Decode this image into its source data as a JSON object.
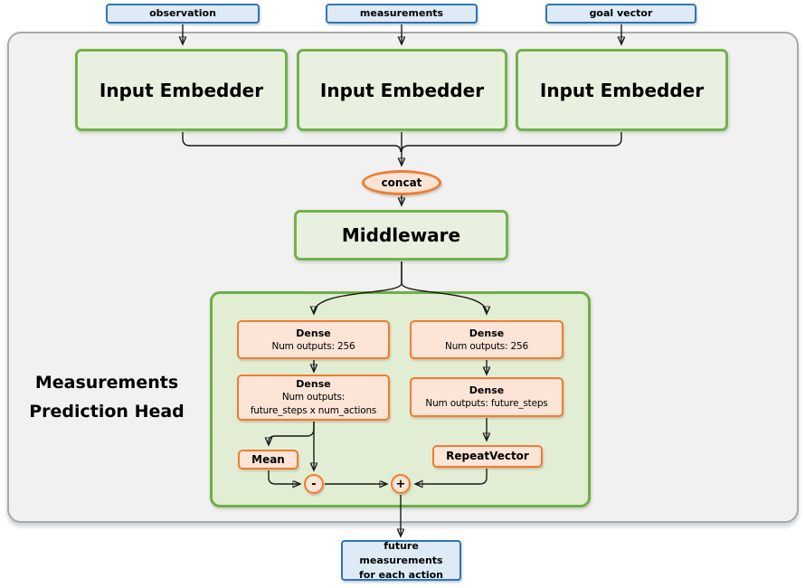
{
  "diagram": {
    "inputs": [
      {
        "label": "observation"
      },
      {
        "label": "measurements"
      },
      {
        "label": "goal vector"
      }
    ],
    "embedders": [
      {
        "label": "Input Embedder"
      },
      {
        "label": "Input Embedder"
      },
      {
        "label": "Input Embedder"
      }
    ],
    "concat_label": "concat",
    "middleware_label": "Middleware",
    "head": {
      "title": "Measurements Prediction Head",
      "dense_left_1": {
        "title": "Dense",
        "subtitle": "Num outputs: 256"
      },
      "dense_right_1": {
        "title": "Dense",
        "subtitle": "Num outputs: 256"
      },
      "dense_left_2": {
        "title": "Dense",
        "subtitle": "Num outputs:",
        "subtitle2": "future_steps x num_actions"
      },
      "dense_right_2": {
        "title": "Dense",
        "subtitle": "Num outputs: future_steps"
      },
      "mean_label": "Mean",
      "repeat_vector_label": "RepeatVector",
      "minus_label": "-",
      "plus_label": "+"
    },
    "output": {
      "line1": "future measurements",
      "line2": "for each action"
    },
    "colors": {
      "blue_border": "#2e75b6",
      "blue_fill": "#deebf7",
      "green_border": "#70ad47",
      "green_fill": "#e8f1df",
      "head_fill": "#e2eed4",
      "orange_border": "#ed7d31",
      "orange_fill": "#fce4d6",
      "container_fill": "#f1f1f1",
      "container_border": "#a9a9a9",
      "line": "#1a1a1a"
    }
  }
}
